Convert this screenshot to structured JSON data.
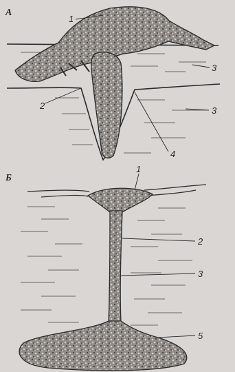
{
  "panels": [
    {
      "letter": "А",
      "callouts": [
        "1",
        "3",
        "2",
        "3",
        "4"
      ]
    },
    {
      "letter": "Б",
      "callouts": [
        "1",
        "2",
        "3",
        "5"
      ]
    }
  ],
  "colors": {
    "paper": "#d9d6d3",
    "ink": "#2a2a2a",
    "mass_fill": "#8f8a86",
    "water_lines": "#6b6763"
  }
}
